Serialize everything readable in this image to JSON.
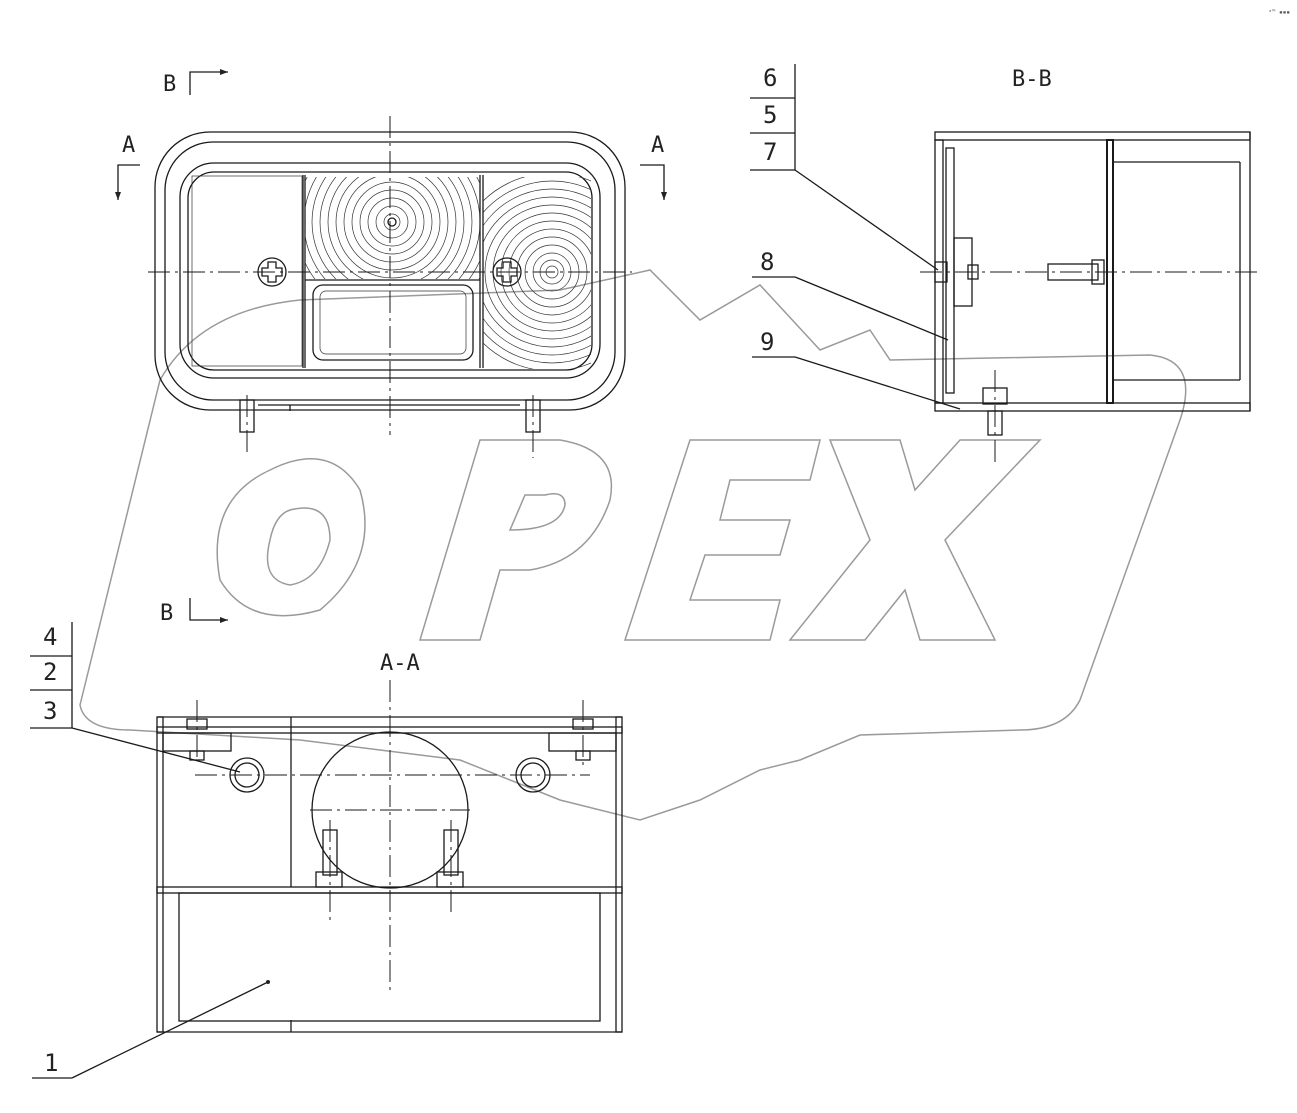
{
  "drawing": {
    "watermark": "OPEX",
    "corner_mark": "ᵃ™ ▪▪▪",
    "section_marks": {
      "b_top": "B",
      "b_bottom": "B",
      "a_left": "A",
      "a_right": "A"
    },
    "section_titles": {
      "aa": "A-A",
      "bb": "B-B"
    },
    "callouts": {
      "c1": "1",
      "c2": "2",
      "c3": "3",
      "c4": "4",
      "c5": "5",
      "c6": "6",
      "c7": "7",
      "c8": "8",
      "c9": "9"
    }
  }
}
